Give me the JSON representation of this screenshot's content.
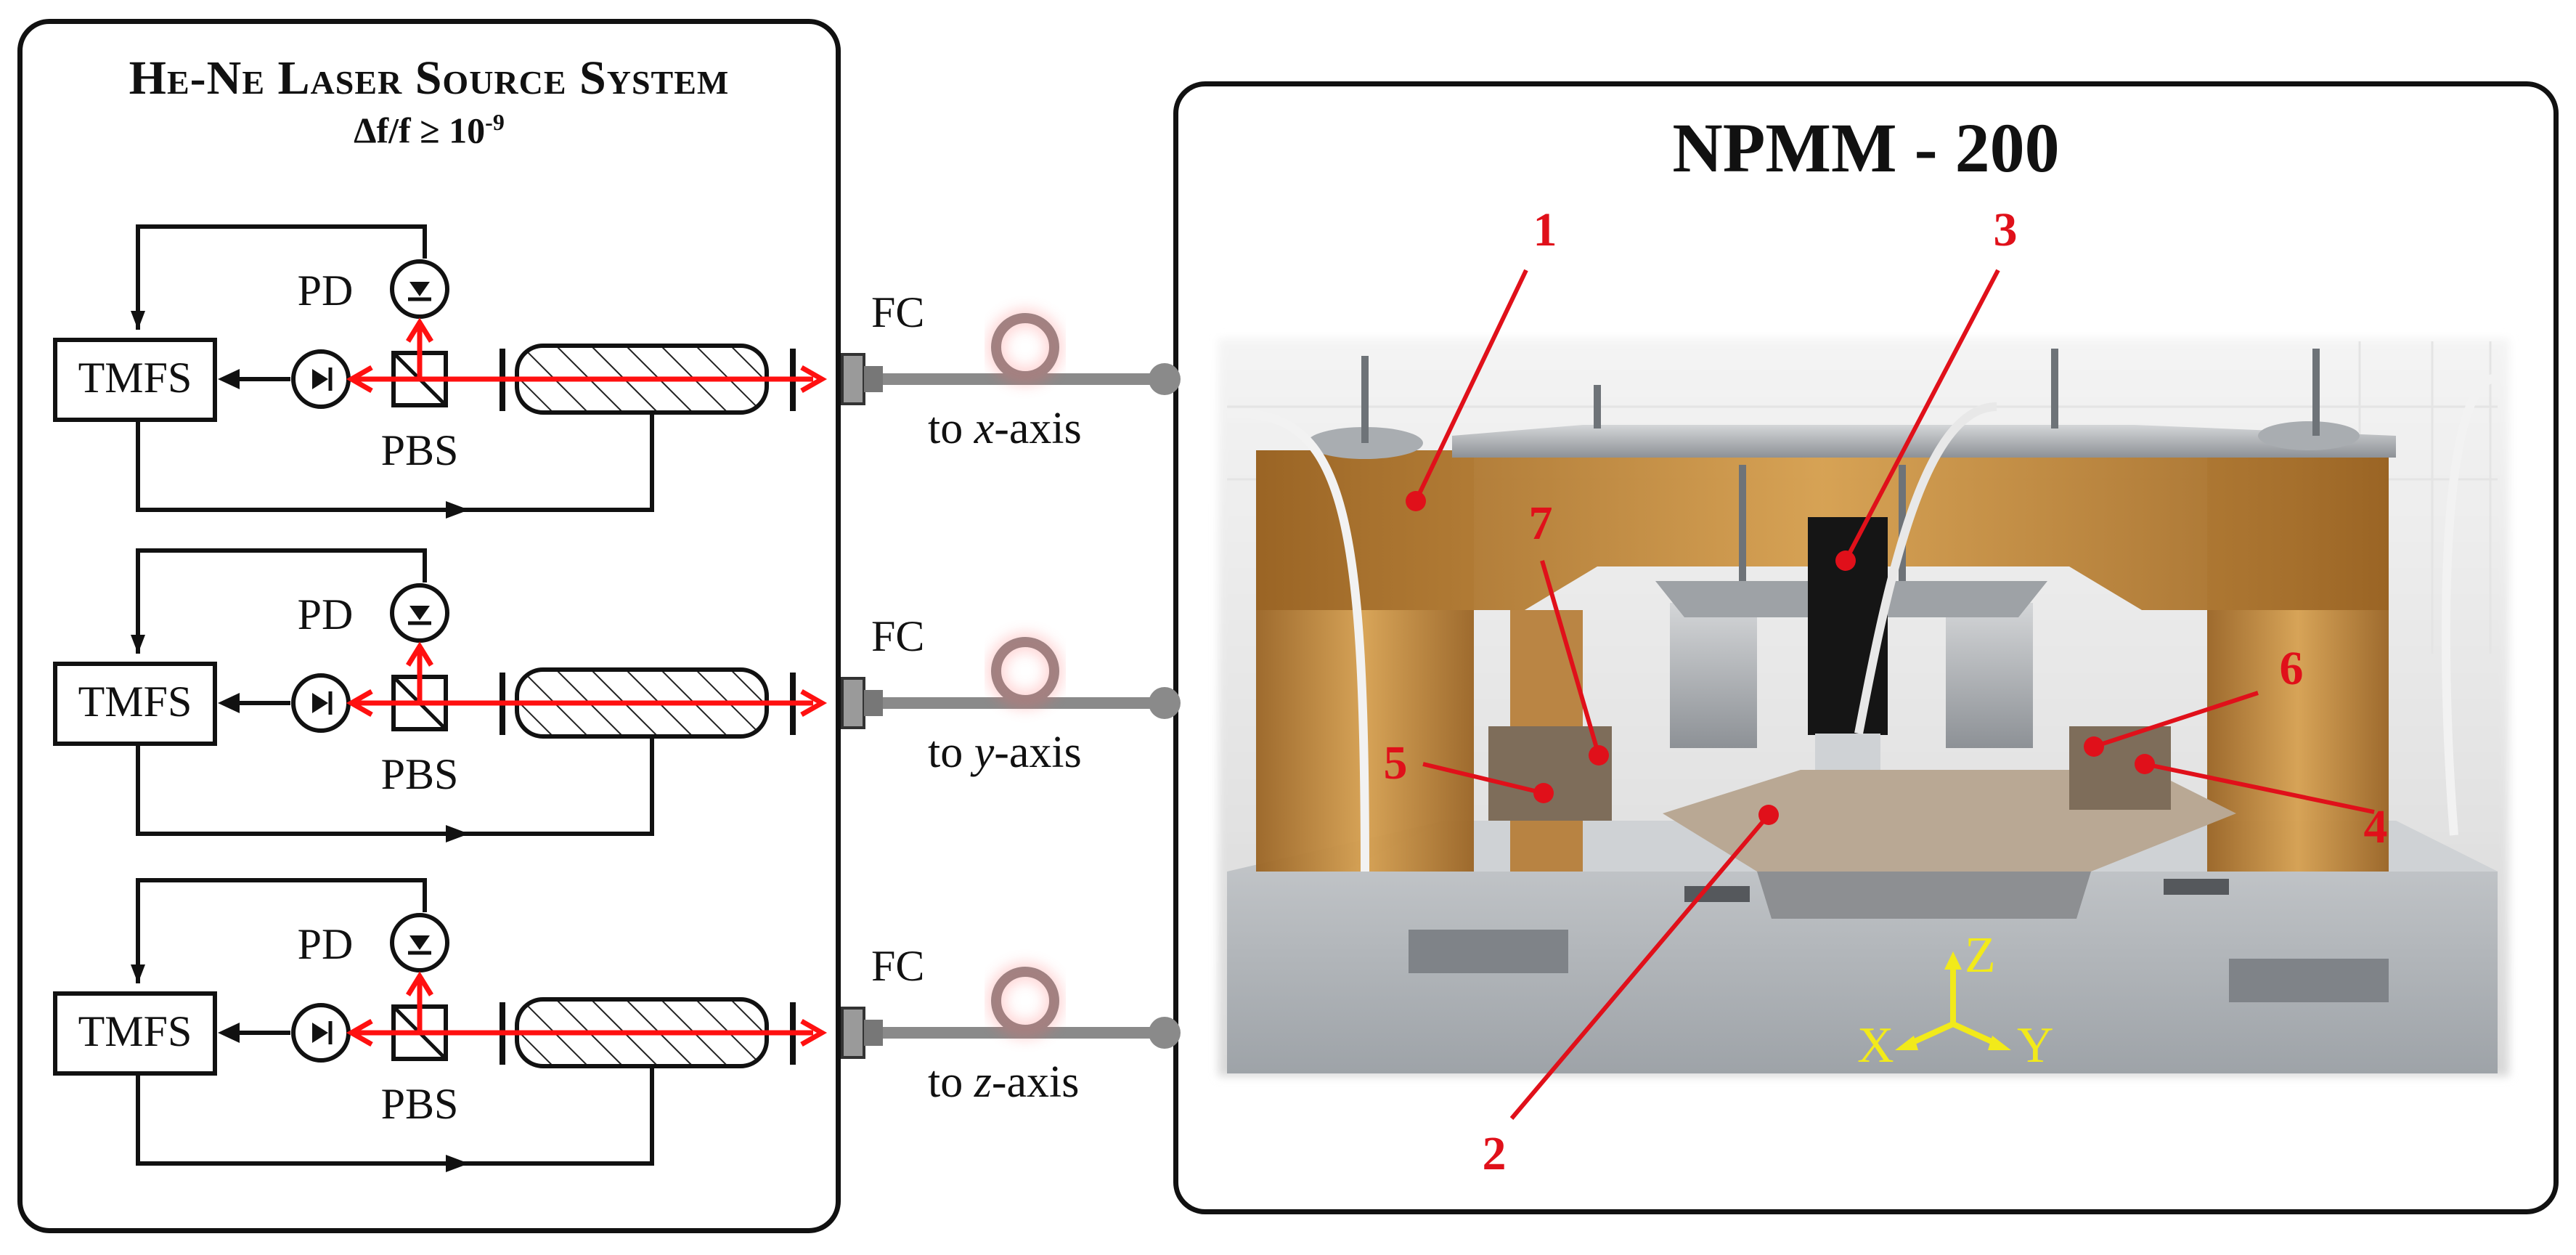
{
  "left_panel": {
    "title": "He-Ne Laser Source System",
    "subtitle_prefix": "Δf/f ≥ 10",
    "subtitle_exponent": "-9"
  },
  "channels": [
    {
      "tmfs": "TMFS",
      "pd": "PD",
      "pbs": "PBS",
      "fc": "FC",
      "fiber_prefix": "to ",
      "axis": "x",
      "fiber_suffix": "-axis"
    },
    {
      "tmfs": "TMFS",
      "pd": "PD",
      "pbs": "PBS",
      "fc": "FC",
      "fiber_prefix": "to ",
      "axis": "y",
      "fiber_suffix": "-axis"
    },
    {
      "tmfs": "TMFS",
      "pd": "PD",
      "pbs": "PBS",
      "fc": "FC",
      "fiber_prefix": "to ",
      "axis": "z",
      "fiber_suffix": "-axis"
    }
  ],
  "right_panel": {
    "title": "NPMM - 200",
    "callouts": [
      "1",
      "2",
      "3",
      "4",
      "5",
      "6",
      "7"
    ],
    "axes": {
      "x": "X",
      "y": "Y",
      "z": "Z"
    }
  },
  "colors": {
    "laser": "#ff1010",
    "callout": "#e0101a",
    "axes": "#f2ea1a",
    "fiber": "#8a8a8a",
    "frame_wood": "#c98a3a",
    "line": "#111111"
  }
}
